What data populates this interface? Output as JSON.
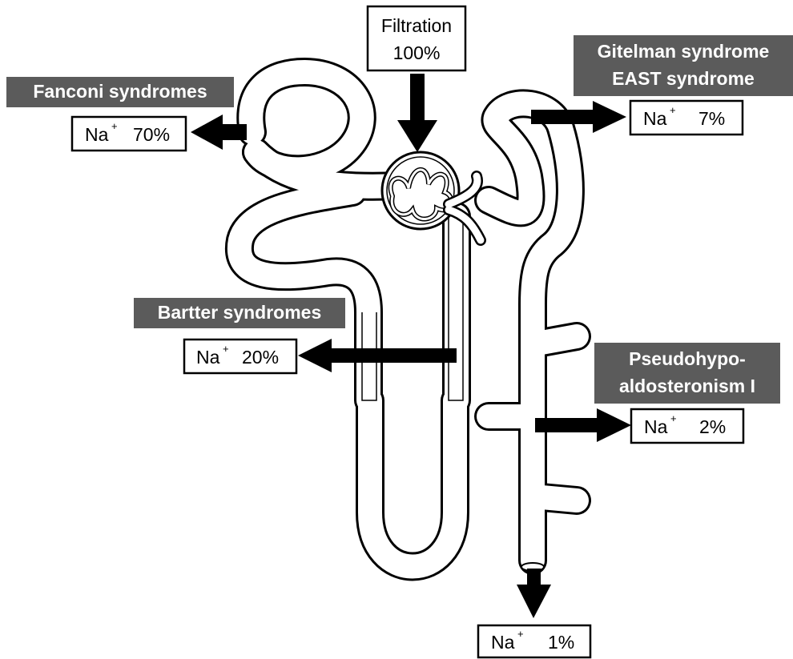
{
  "filtration": {
    "label": "Filtration",
    "value": "100%"
  },
  "syndromes": {
    "fanconi": "Fanconi syndromes",
    "bartter": "Bartter syndromes",
    "gitelman_line1": "Gitelman syndrome",
    "gitelman_line2": "EAST syndrome",
    "pha_line1": "Pseudohypo-",
    "pha_line2": "aldosteronism I"
  },
  "sodium": {
    "ion": "Na",
    "charge": "+",
    "proximal": "70%",
    "loop": "20%",
    "distal": "7%",
    "collecting": "2%",
    "urine": "1%"
  },
  "colors": {
    "label_bg": "#5b5b5b",
    "stroke": "#000000",
    "background": "#ffffff"
  }
}
